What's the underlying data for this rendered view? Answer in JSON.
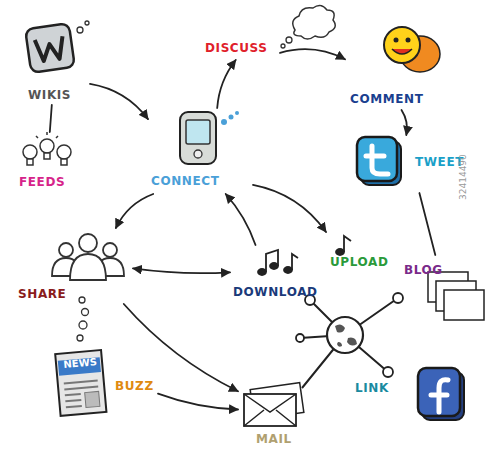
{
  "diagram": {
    "nodes": [
      {
        "text": [
          "WIKIS"
        ]
      },
      {
        "text": [
          "DISCUSS"
        ]
      },
      {
        "text": [
          "COMMENT"
        ]
      },
      {
        "text": [
          "FEEDS"
        ]
      },
      {
        "text": [
          "CONNECT"
        ]
      },
      {
        "text": [
          "TWEET"
        ]
      },
      {
        "text": [
          "SHARE"
        ]
      },
      {
        "text": [
          "DOWNLOAD"
        ]
      },
      {
        "text": [
          "UPLOAD"
        ]
      },
      {
        "text": [
          "BLOG"
        ]
      },
      {
        "text": [
          "BUZZ"
        ]
      },
      {
        "text": [
          "LINK"
        ]
      },
      {
        "text": [
          "MAIL"
        ]
      }
    ],
    "edges": [
      {
        "from": 0,
        "to": 4,
        "arrow": "to"
      },
      {
        "from": 0,
        "to": 3,
        "arrow": "none"
      },
      {
        "from": 4,
        "to": 1,
        "arrow": "to"
      },
      {
        "from": 1,
        "to": 2,
        "arrow": "to"
      },
      {
        "from": 2,
        "to": 5,
        "arrow": "to"
      },
      {
        "from": 5,
        "to": 9,
        "arrow": "none"
      },
      {
        "from": 4,
        "to": 6,
        "arrow": "to"
      },
      {
        "from": 7,
        "to": 4,
        "arrow": "to"
      },
      {
        "from": 4,
        "to": 8,
        "arrow": "to"
      },
      {
        "from": 6,
        "to": 7,
        "arrow": "both"
      },
      {
        "from": 6,
        "to": 12,
        "arrow": "to"
      },
      {
        "from": 10,
        "to": 12,
        "arrow": "to"
      }
    ],
    "labels": [
      "NEWS",
      "32414490"
    ]
  }
}
